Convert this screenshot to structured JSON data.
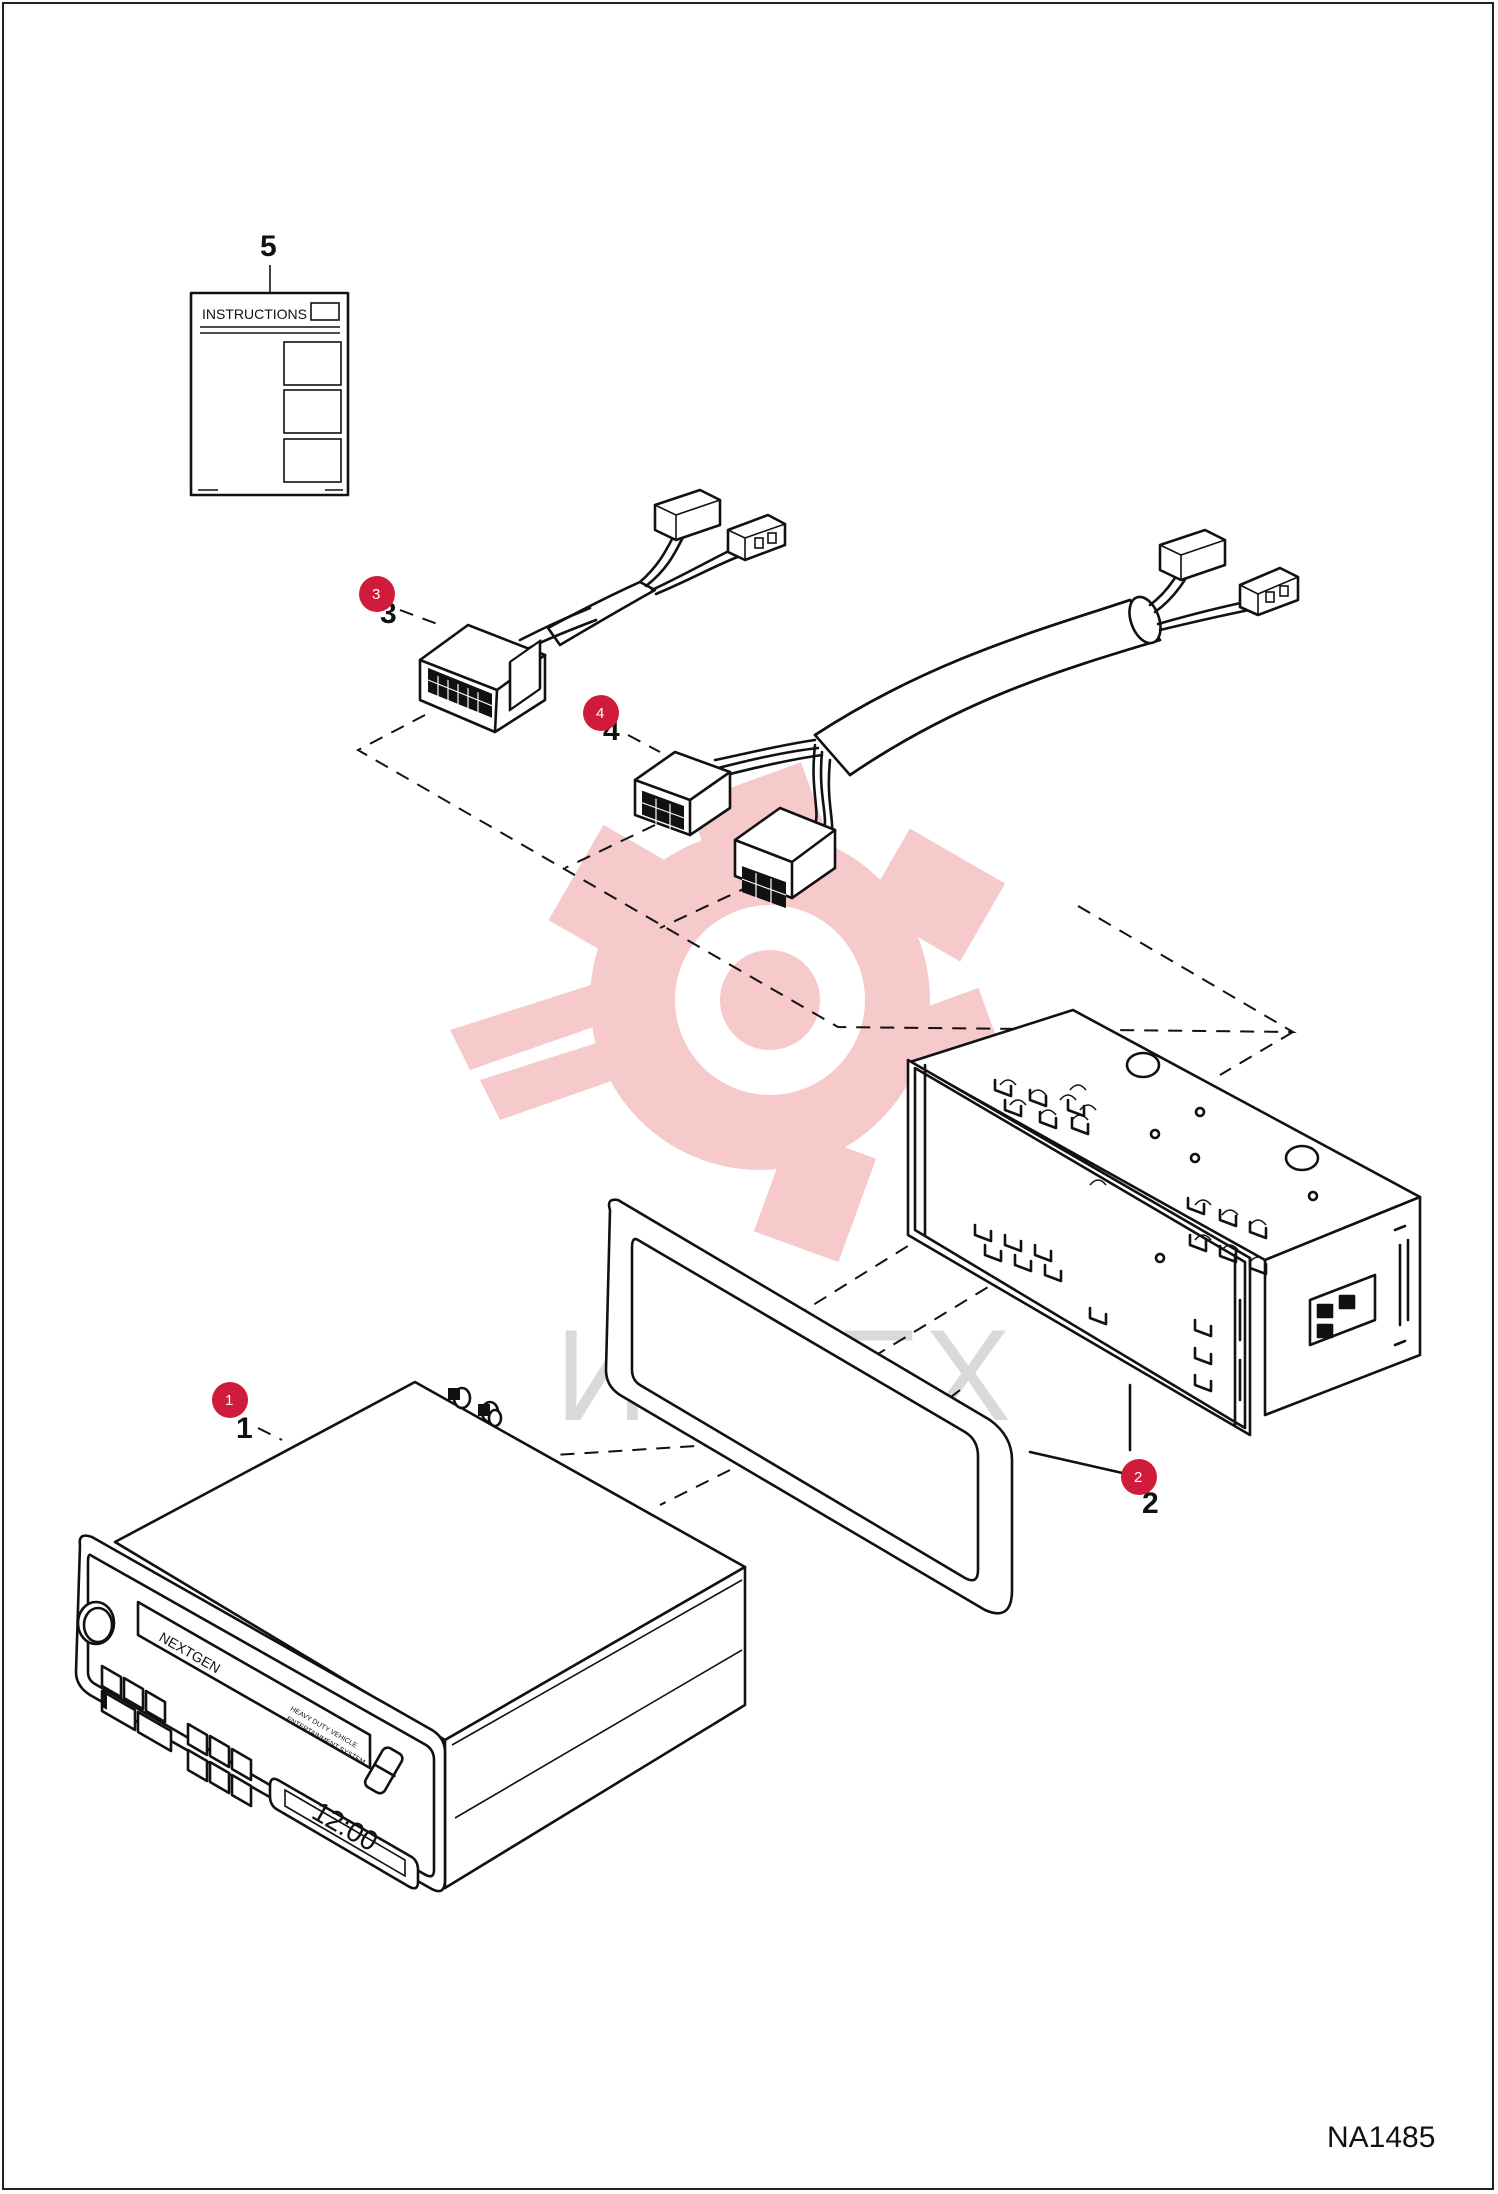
{
  "drawing_id": "NA1485",
  "watermark": {
    "text": "ИНТЕХ",
    "color": "#f4b8b8"
  },
  "accent_color": "#d01c3a",
  "instructions_sheet": {
    "title": "INSTRUCTIONS",
    "callout": "5"
  },
  "radio": {
    "brand": "NEXTGEN",
    "clock": "12:00",
    "callout": "1"
  },
  "callouts": [
    {
      "id": "part-1",
      "label": "1"
    },
    {
      "id": "part-2",
      "label": "2"
    },
    {
      "id": "part-3",
      "label": "3"
    },
    {
      "id": "part-4",
      "label": "4"
    },
    {
      "id": "part-5",
      "label": "5"
    }
  ],
  "markers": [
    "1",
    "2",
    "3",
    "4"
  ]
}
